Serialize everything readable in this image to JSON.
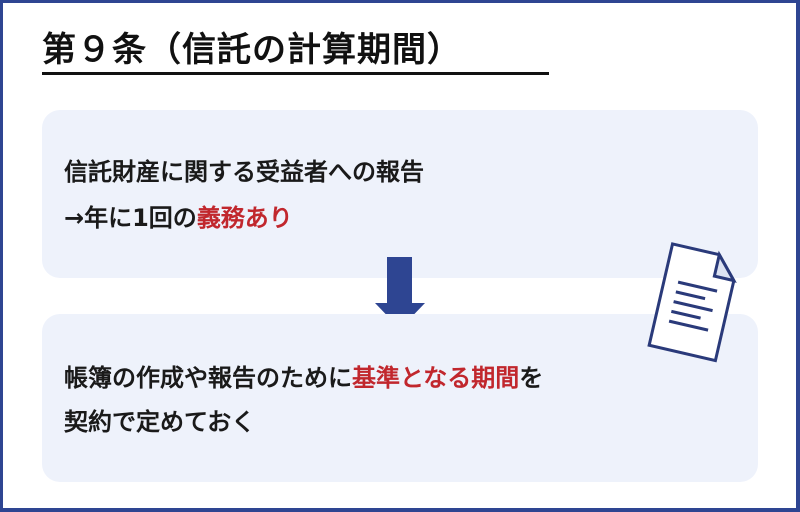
{
  "frame": {
    "border_color": "#2e4592"
  },
  "title": {
    "text": "第９条（信託の計算期間）"
  },
  "box1": {
    "line1": "信託財産に関する受益者への報告",
    "line2_prefix": "→年に1回の",
    "line2_highlight": "義務あり"
  },
  "arrow": {
    "icon": "down-arrow-icon",
    "color": "#2e4592"
  },
  "document_icon": {
    "icon": "document-icon",
    "color": "#2a3a7a"
  },
  "box2": {
    "line1_prefix": "帳簿の作成や報告のために",
    "line1_highlight": "基準となる期間",
    "line1_suffix": "を",
    "line2": "契約で定めておく"
  },
  "colors": {
    "highlight": "#c1272d",
    "box_bg": "#eef2fb",
    "text": "#1a1a1a"
  }
}
